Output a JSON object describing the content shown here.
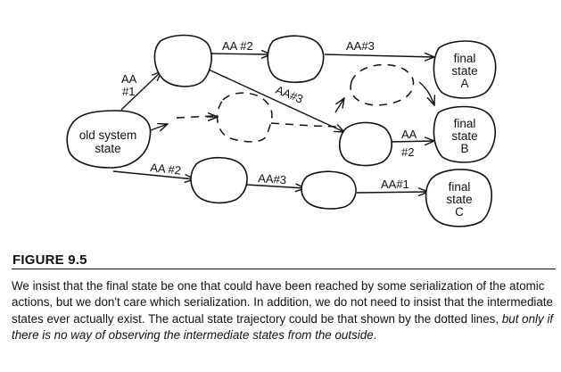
{
  "diagram": {
    "nodes": {
      "old_system_state": [
        "old system",
        "state"
      ],
      "final_a": [
        "final",
        "state",
        "A"
      ],
      "final_b": [
        "final",
        "state",
        "B"
      ],
      "final_c": [
        "final",
        "state",
        "C"
      ]
    },
    "edges": {
      "aa1_top": [
        "AA",
        "#1"
      ],
      "aa2_top": "AA #2",
      "aa3_top": "AA#3",
      "aa3_diag": "AA#3",
      "aa2_right": [
        "AA",
        "#2"
      ],
      "aa2_bottom": "AA #2",
      "aa3_bottom": "AA#3",
      "aa1_bottom": "AA#1"
    }
  },
  "figure": {
    "label": "FIGURE 9.5",
    "caption_plain": "We insist that the final state be one that could have been reached by some serialization of the atomic actions, but we don't care which serialization. In addition, we do not need to insist that the intermediate states ever actually exist. The actual state trajectory could be that shown by the dotted lines, ",
    "caption_italic": "but only if there is no way of observing the intermediate states from the outside",
    "caption_end": "."
  }
}
